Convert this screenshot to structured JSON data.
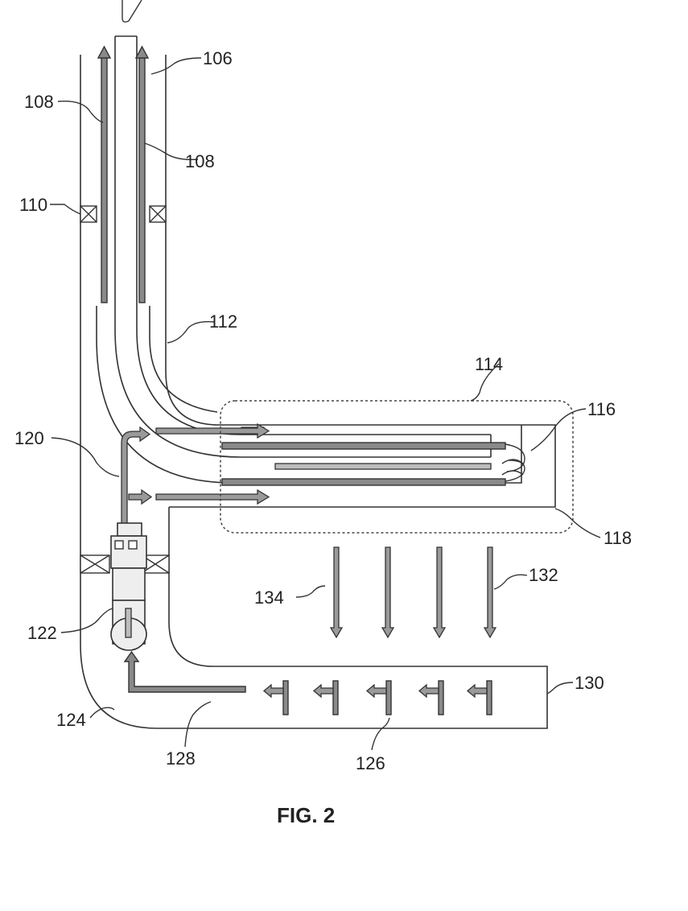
{
  "figure": {
    "caption": "FIG. 2",
    "labels": {
      "l106": "106",
      "l108a": "108",
      "l108b": "108",
      "l110": "110",
      "l112": "112",
      "l114": "114",
      "l116": "116",
      "l118": "118",
      "l120": "120",
      "l122": "122",
      "l124": "124",
      "l126": "126",
      "l128": "128",
      "l130": "130",
      "l132": "132",
      "l134": "134"
    }
  }
}
